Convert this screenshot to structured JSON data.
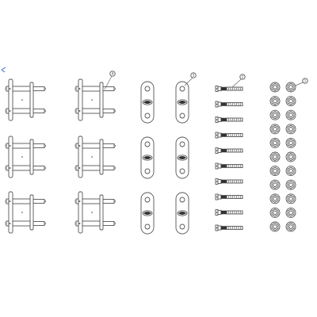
{
  "diagram": {
    "title": "",
    "callouts": [
      {
        "label": "4",
        "group": "shackle-kit"
      },
      {
        "label": "3",
        "group": "link-plate"
      },
      {
        "label": "2",
        "group": "bolt"
      },
      {
        "label": "1",
        "group": "nut"
      }
    ],
    "groups": {
      "shackle_assemblies": {
        "columns": 2,
        "rows": 3
      },
      "link_plates": {
        "columns": 2,
        "rows": 3
      },
      "bolts": {
        "count": 10
      },
      "nuts": {
        "columns": 2,
        "rows": 11
      }
    },
    "colors": {
      "line": "#555555",
      "accent": "#2a6bd6",
      "background": "#ffffff"
    }
  }
}
